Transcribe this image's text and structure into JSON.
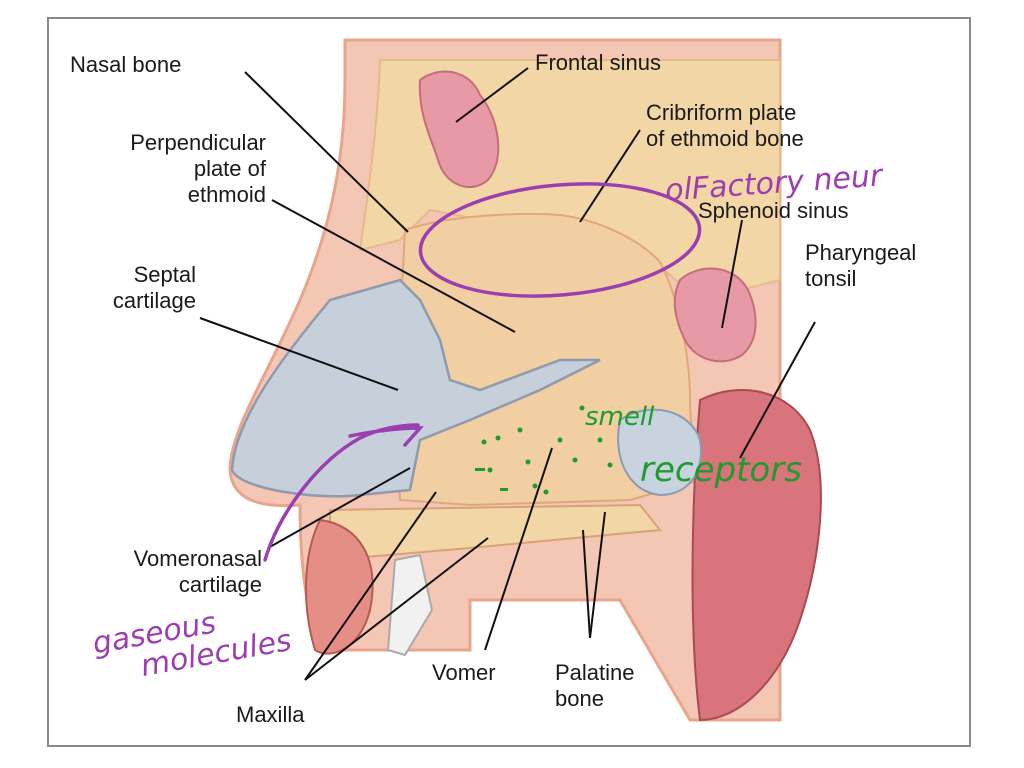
{
  "labels": {
    "nasal_bone": "Nasal bone",
    "frontal_sinus": "Frontal sinus",
    "cribriform": [
      "Cribriform plate",
      "of ethmoid bone"
    ],
    "perpendicular": [
      "Perpendicular",
      "plate of",
      "ethmoid"
    ],
    "sphenoid_sinus": "Sphenoid sinus",
    "pharyngeal_tonsil": [
      "Pharyngeal",
      "tonsil"
    ],
    "septal_cartilage": [
      "Septal",
      "cartilage"
    ],
    "vomeronasal": [
      "Vomeronasal",
      "cartilage"
    ],
    "vomer": "Vomer",
    "palatine": [
      "Palatine",
      "bone"
    ],
    "maxilla": "Maxilla"
  },
  "annotations": {
    "olfactory": "olFactory neur",
    "smell_receptors": [
      "smell",
      "receptors"
    ],
    "gaseous_molecules": [
      "gaseous",
      "molecules"
    ]
  },
  "colors": {
    "purple_ink": "#9b3fb0",
    "green_ink": "#1f9a2c",
    "frame": "#8a8a8a"
  }
}
